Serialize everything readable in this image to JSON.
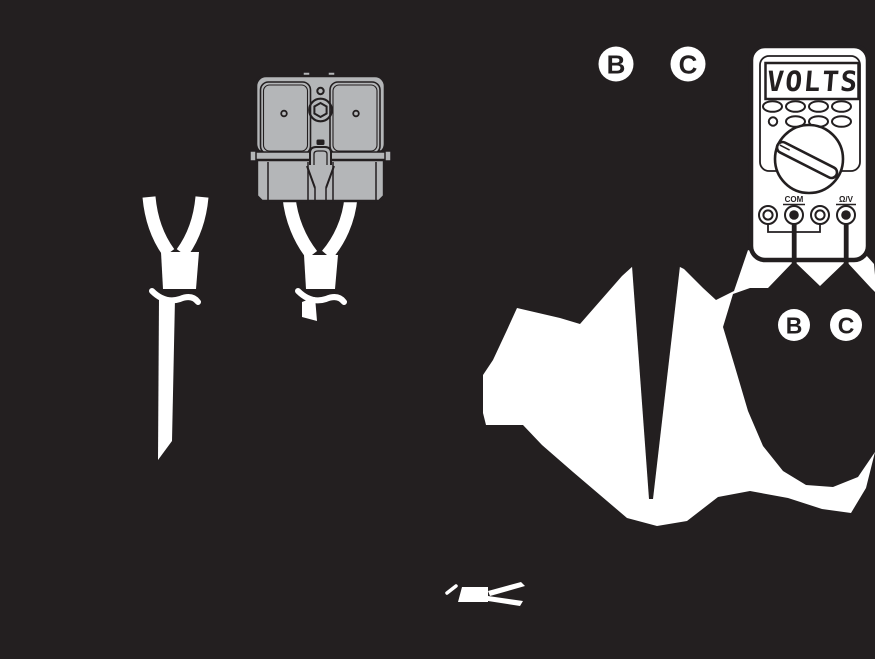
{
  "diagram": {
    "kind": "wiring-harness-multimeter-test-illustration",
    "background": "dark"
  },
  "colors": {
    "bg": "#231f20",
    "white": "#ffffff",
    "gray": "#b4b6b8",
    "ink": "#231f20"
  },
  "multimeter": {
    "display": "VOLTS",
    "com_label": "COM",
    "ohm_volt_label": "Ω/V"
  },
  "callouts": {
    "top_b": "B",
    "top_c": "C",
    "probe_b": "B",
    "probe_c": "C"
  }
}
